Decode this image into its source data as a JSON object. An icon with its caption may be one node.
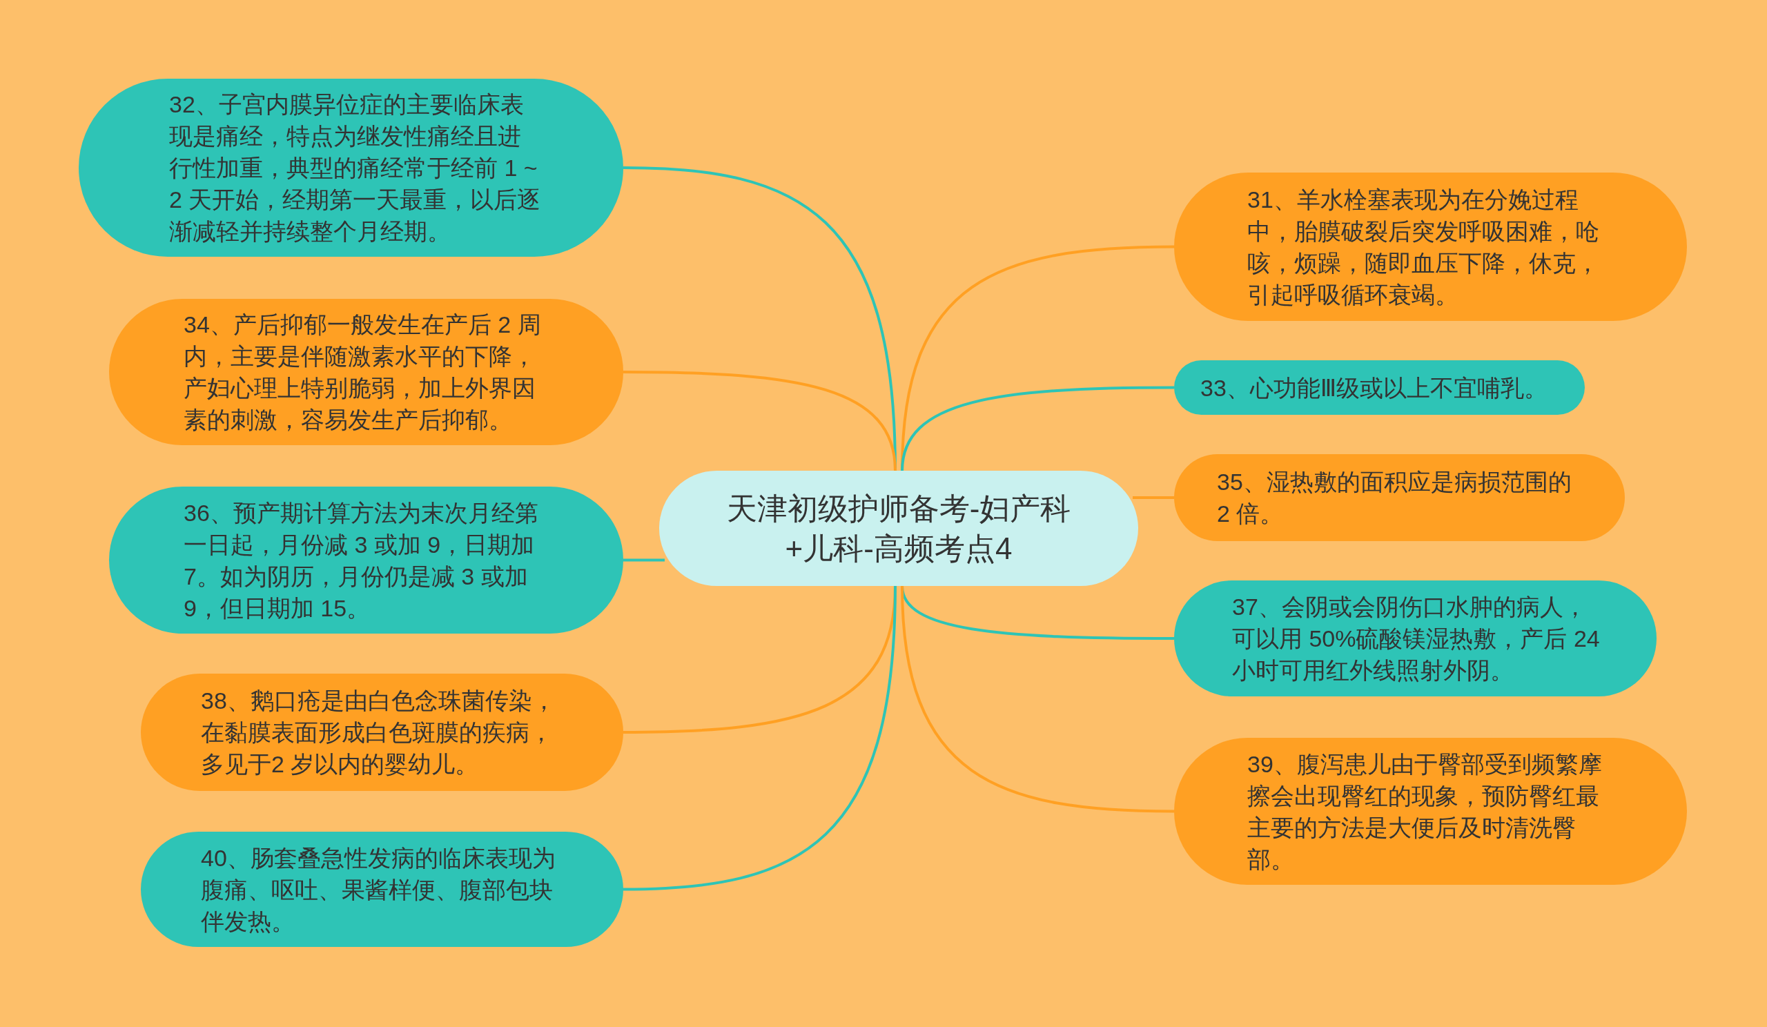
{
  "diagram": {
    "nodes": [
      {
        "text": [
          "天津初级护师备考-妇产科+儿科-高频考点4"
        ]
      },
      {
        "text": [
          "32、子宫内膜异位症的主要临床表现是痛经，特点为继发性痛经且进行性加重，典型的痛经常于经前 1 ~ 2 天开始，经期第一天最重，以后逐渐减轻并持续整个月经期。"
        ]
      },
      {
        "text": [
          "34、产后抑郁一般发生在产后 2 周内，主要是伴随激素水平的下降，产妇心理上特别脆弱，加上外界因素的刺激，容易发生产后抑郁。"
        ]
      },
      {
        "text": [
          "36、预产期计算方法为末次月经第一日起，月份减 3 或加 9，日期加 7。如为阴历，月份仍是减 3 或加 9，但日期加 15。"
        ]
      },
      {
        "text": [
          "38、鹅口疮是由白色念珠菌传染，在黏膜表面形成白色斑膜的疾病，多见于2 岁以内的婴幼儿。"
        ]
      },
      {
        "text": [
          "40、肠套叠急性发病的临床表现为腹痛、呕吐、果酱样便、腹部包块伴发热。"
        ]
      },
      {
        "text": [
          "31、羊水栓塞表现为在分娩过程中，胎膜破裂后突发呼吸困难，呛咳，烦躁，随即血压下降，休克，引起呼吸循环衰竭。"
        ]
      },
      {
        "text": [
          "33、心功能Ⅲ级或以上不宜哺乳。"
        ]
      },
      {
        "text": [
          "35、湿热敷的面积应是病损范围的 2 倍。"
        ]
      },
      {
        "text": [
          "37、会阴或会阴伤口水肿的病人，可以用 50%硫酸镁湿热敷，产后 24 小时可用红外线照射外阴。"
        ]
      },
      {
        "text": [
          "39、腹泻患儿由于臀部受到频繁摩擦会出现臀红的现象，预防臀红最主要的方法是大便后及时清洗臀部。"
        ]
      }
    ],
    "edges": [
      {
        "from": 0,
        "to": 1,
        "arrow": "none"
      },
      {
        "from": 0,
        "to": 2,
        "arrow": "none",
        "color": "#ffa023"
      },
      {
        "from": 0,
        "to": 3,
        "arrow": "none"
      },
      {
        "from": 0,
        "to": 4,
        "arrow": "none",
        "color": "#ffa023"
      },
      {
        "from": 0,
        "to": 5,
        "arrow": "none"
      },
      {
        "from": 0,
        "to": 6,
        "arrow": "none",
        "color": "#ffa023"
      },
      {
        "from": 0,
        "to": 7,
        "arrow": "none"
      },
      {
        "from": 0,
        "to": 8,
        "arrow": "none",
        "color": "#ffa023"
      },
      {
        "from": 0,
        "to": 9,
        "arrow": "none"
      },
      {
        "from": 0,
        "to": 10,
        "arrow": "none",
        "color": "#ffa023"
      }
    ]
  }
}
